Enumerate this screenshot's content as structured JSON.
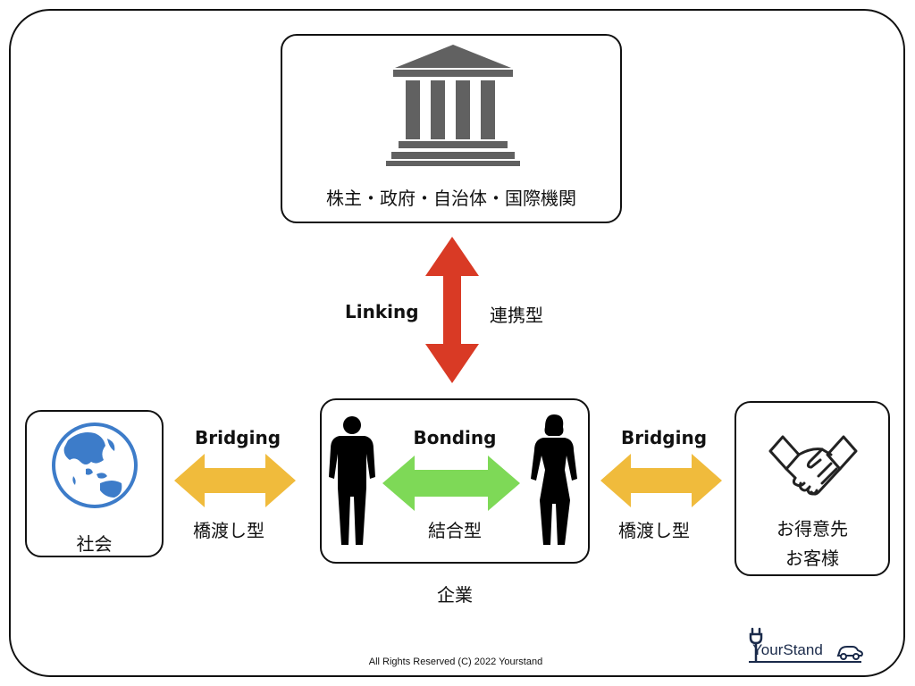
{
  "top": {
    "label": "株主・政府・自治体・国際機関"
  },
  "vertical_link": {
    "en": "Linking",
    "jp": "連携型"
  },
  "left": {
    "label": "社会"
  },
  "left_link": {
    "en": "Bridging",
    "jp": "橋渡し型"
  },
  "center": {
    "en": "Bonding",
    "jp": "結合型",
    "caption": "企業"
  },
  "right_link": {
    "en": "Bridging",
    "jp": "橋渡し型"
  },
  "right": {
    "label_line1": "お得意先",
    "label_line2": "お客様"
  },
  "footer": {
    "copyright": "All Rights Reserved (C) 2022 Yourstand"
  },
  "logo": {
    "text": "YourStand"
  },
  "colors": {
    "linking_arrow": "#d93a25",
    "bridging_arrow": "#f0bb3c",
    "bonding_arrow": "#7ed957",
    "globe": "#3d7cc9",
    "building": "#616161"
  }
}
